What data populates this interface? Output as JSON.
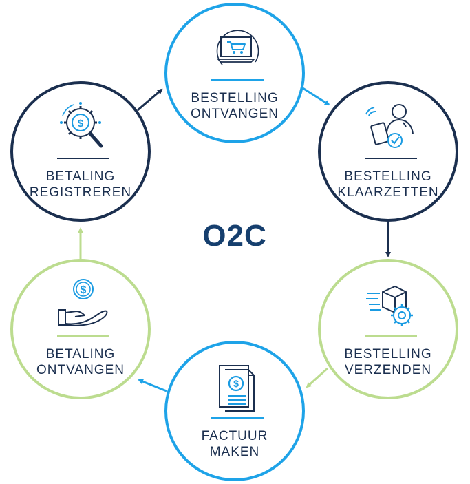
{
  "title": "O2C",
  "colors": {
    "navy": "#1b2f4f",
    "blue": "#1ea3e8",
    "green": "#bcdc8f",
    "icon_blue": "#1a9be2"
  },
  "steps": [
    {
      "line1": "BESTELLING",
      "line2": "ONTVANGEN",
      "icon": "shopping-cart-laptop-icon",
      "ring": "blue"
    },
    {
      "line1": "BESTELLING",
      "line2": "KLAARZETTEN",
      "icon": "person-tablet-check-icon",
      "ring": "navy"
    },
    {
      "line1": "BESTELLING",
      "line2": "VERZENDEN",
      "icon": "box-gear-icon",
      "ring": "green"
    },
    {
      "line1": "FACTUUR",
      "line2": "MAKEN",
      "icon": "invoice-dollar-icon",
      "ring": "blue"
    },
    {
      "line1": "BETALING",
      "line2": "ONTVANGEN",
      "icon": "hand-coin-icon",
      "ring": "green"
    },
    {
      "line1": "BETALING",
      "line2": "REGISTREREN",
      "icon": "gear-dollar-magnifier-icon",
      "ring": "navy"
    }
  ]
}
